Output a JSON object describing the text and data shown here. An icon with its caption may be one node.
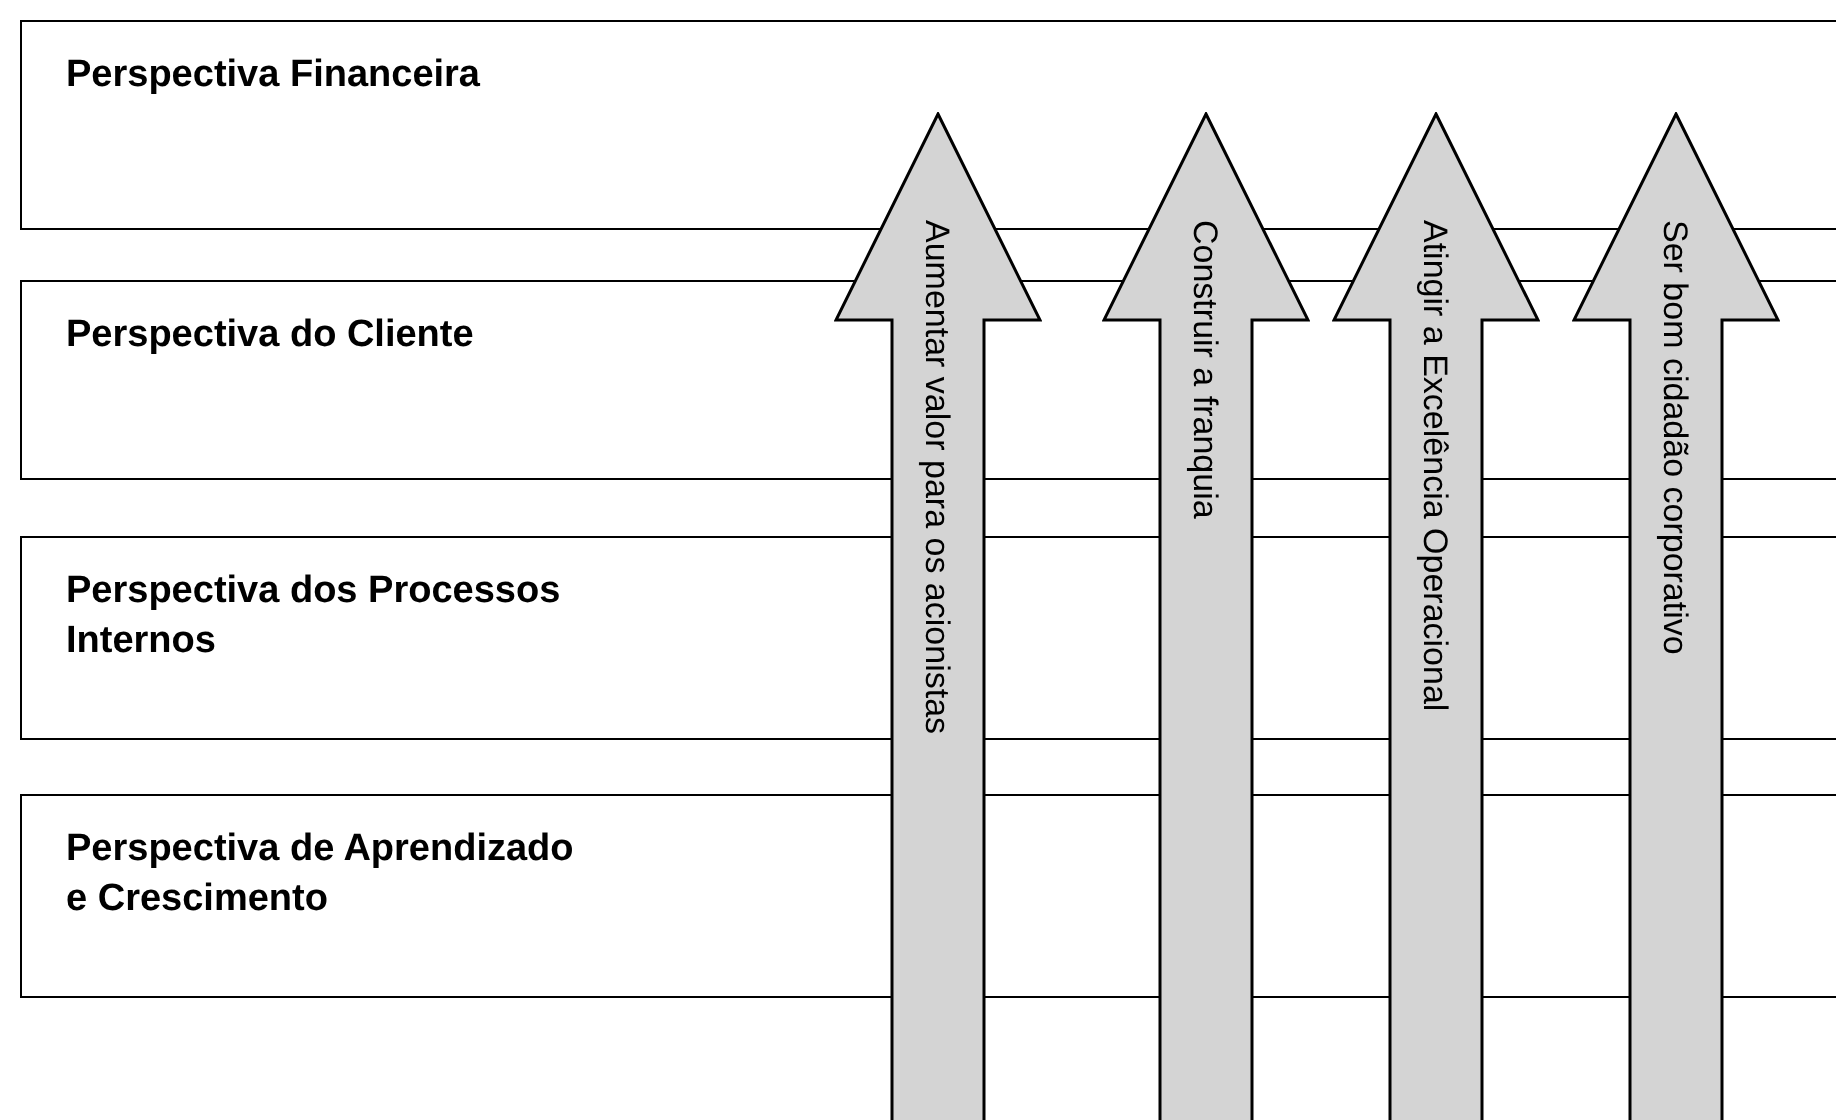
{
  "diagram": {
    "nodes": [
      {
        "text": [
          "Perspectiva Financeira"
        ]
      },
      {
        "text": [
          "Perspectiva do Cliente"
        ]
      },
      {
        "text": [
          "Perspectiva dos Processos Internos"
        ]
      },
      {
        "text": [
          "Perspectiva de Aprendizado e Crescimento"
        ]
      },
      {
        "text": [
          "Aumentar valor para os acionistas"
        ]
      },
      {
        "text": [
          "Construir a franquia"
        ]
      },
      {
        "text": [
          "Atingir a Excelência Operacional"
        ]
      },
      {
        "text": [
          "Ser bom cidadão corporativo"
        ]
      }
    ]
  }
}
